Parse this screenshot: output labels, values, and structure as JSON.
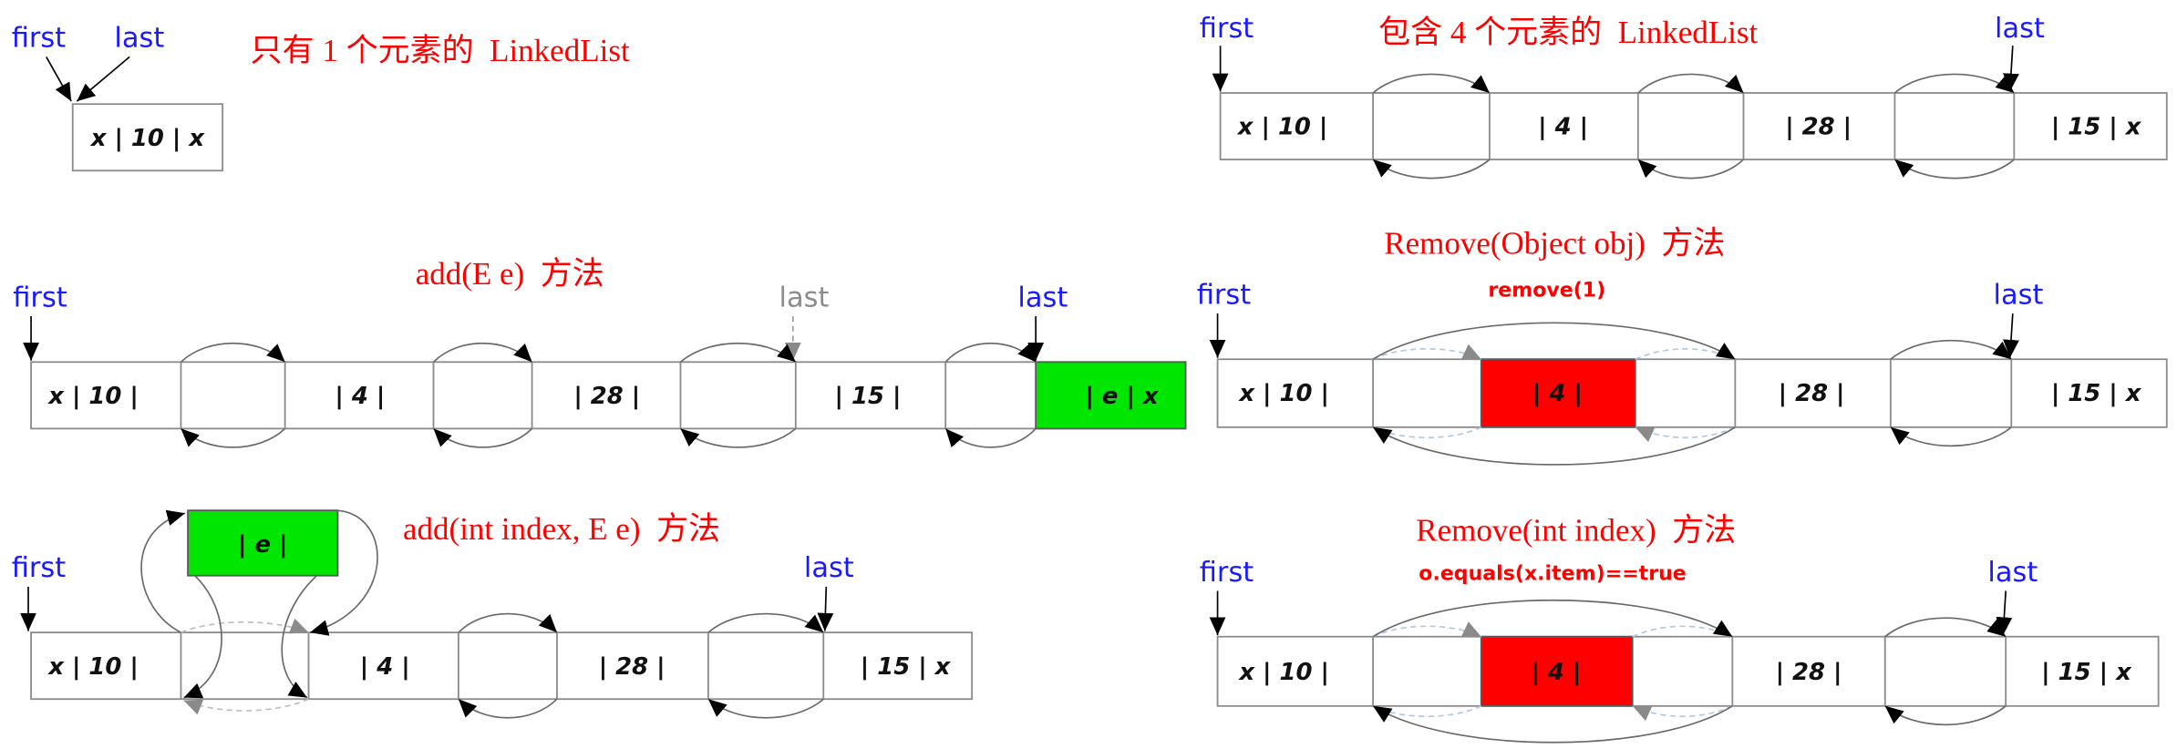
{
  "colors": {
    "pointer_label": "#1a1aff",
    "stale_pointer_label": "#8c8c8c",
    "title": "#ff0000",
    "new_node_fill": "#00e600",
    "removed_node_fill": "#ff0000"
  },
  "single": {
    "title": "只有 1 个元素的  LinkedList",
    "first": "first",
    "last": "last",
    "node": "x | 10 | x"
  },
  "four": {
    "title": "包含 4 个元素的  LinkedList",
    "first": "first",
    "last": "last",
    "nodes": [
      "x | 10 |",
      "| 4 |",
      "| 28 |",
      "| 15 | x"
    ]
  },
  "add": {
    "title": "add(E e)  方法",
    "first": "first",
    "old_last": "last",
    "last": "last",
    "nodes": [
      "x | 10 |",
      "| 4 |",
      "| 28 |",
      "| 15 |",
      "| e | x"
    ]
  },
  "add_index": {
    "title": "add(int index, E e)  方法",
    "first": "first",
    "last": "last",
    "inserted_node": "| e |",
    "nodes": [
      "x | 10 |",
      "| 4 |",
      "| 28 |",
      "| 15 | x"
    ]
  },
  "remove_object": {
    "title": "Remove(Object obj)  方法",
    "note": "remove(1)",
    "first": "first",
    "last": "last",
    "nodes": [
      "x | 10 |",
      "| 4 |",
      "| 28 |",
      "| 15 | x"
    ]
  },
  "remove_index": {
    "title": "Remove(int index)  方法",
    "note": "o.equals(x.item)==true",
    "first": "first",
    "last": "last",
    "nodes": [
      "x | 10 |",
      "| 4 |",
      "| 28 |",
      "| 15 | x"
    ]
  }
}
